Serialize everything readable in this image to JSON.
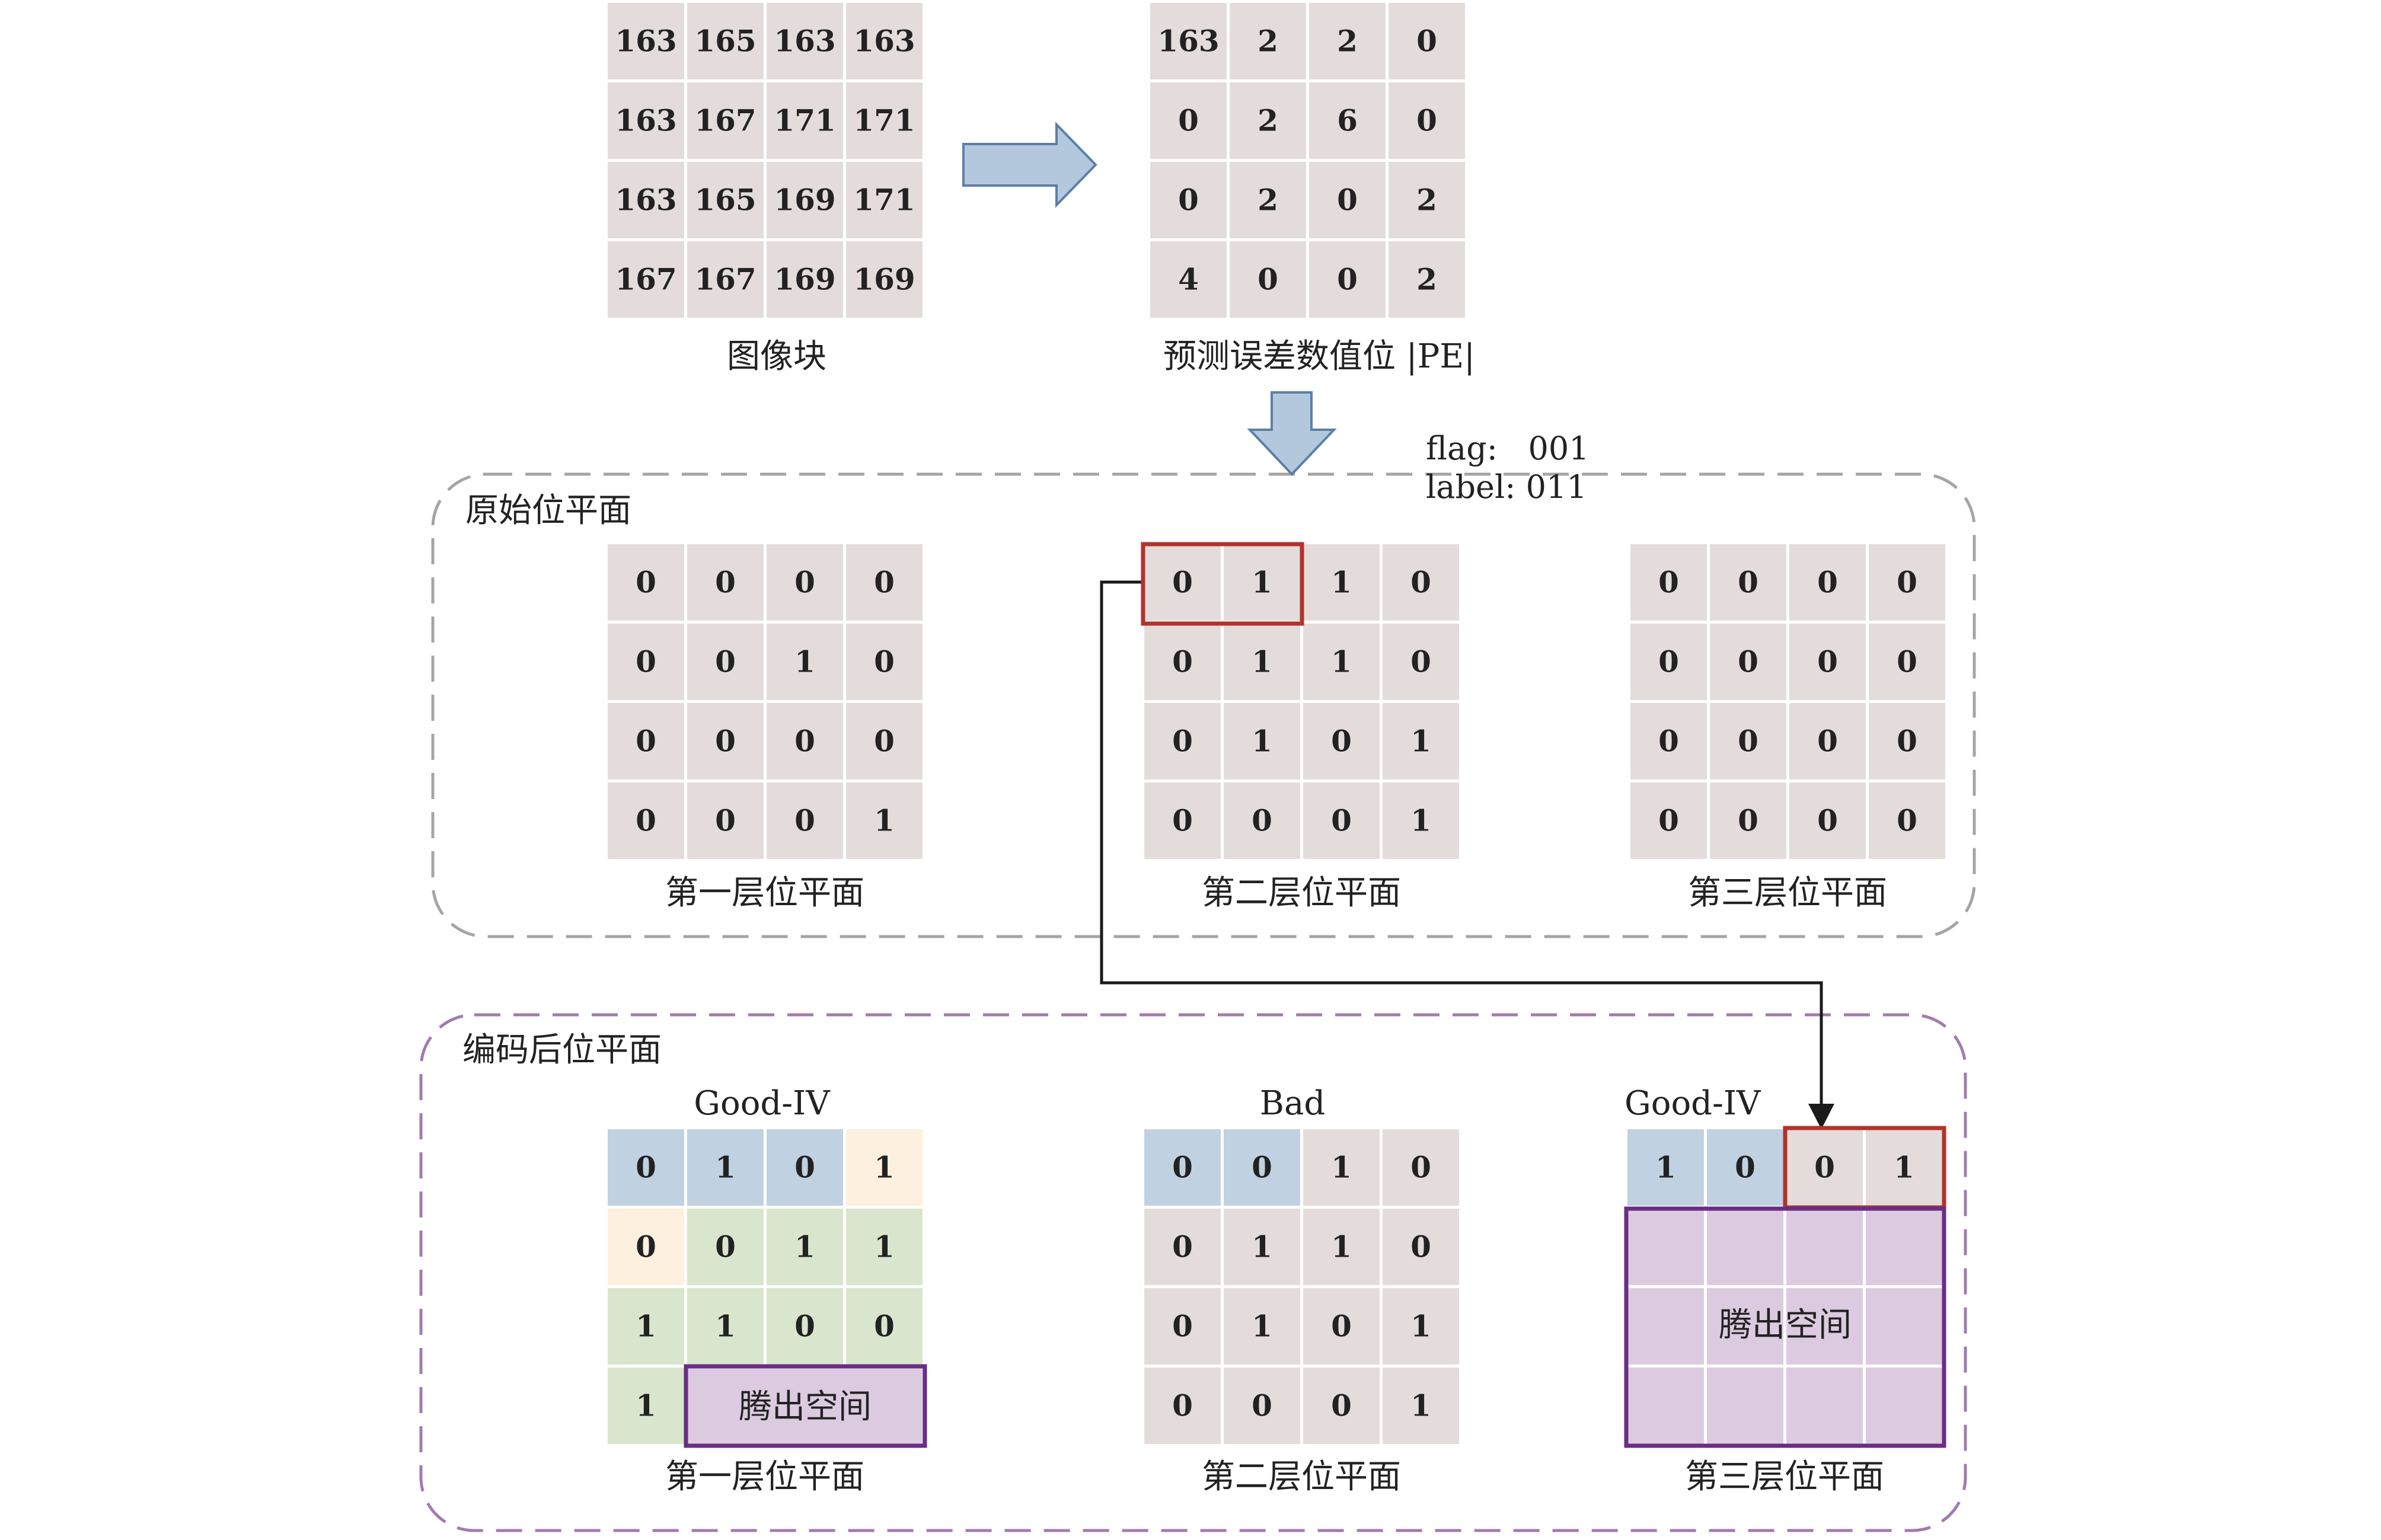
{
  "colors": {
    "cell_gray": "#e4dcdb",
    "cell_blue": "#c0d1e2",
    "cell_cream": "#fdf0de",
    "cell_green": "#d9e6cd",
    "cell_purple": "#dccbe0",
    "text_blue": "#2f5a9e",
    "text_red": "#b1332a",
    "highlight_red": "#b1332a",
    "highlight_purple": "#6a2d84",
    "arrow_fill": "#b4c8dd",
    "arrow_stroke": "#5b7fa8",
    "dash_gray": "#a8a3a3",
    "dash_purple": "#a27ab0"
  },
  "image_block": {
    "caption": "图像块",
    "values": [
      [
        "163",
        "165",
        "163",
        "163"
      ],
      [
        "163",
        "167",
        "171",
        "171"
      ],
      [
        "163",
        "165",
        "169",
        "171"
      ],
      [
        "167",
        "167",
        "169",
        "169"
      ]
    ]
  },
  "pe_block": {
    "caption": "预测误差数值位 |PE|",
    "values": [
      [
        "163",
        "2",
        "2",
        "0"
      ],
      [
        "0",
        "2",
        "6",
        "0"
      ],
      [
        "0",
        "2",
        "0",
        "2"
      ],
      [
        "4",
        "0",
        "0",
        "2"
      ]
    ]
  },
  "flag_text": "flag:   001",
  "label_text": "label: 011",
  "original": {
    "title": "原始位平面",
    "planes": [
      {
        "caption": "第一层位平面",
        "values": [
          [
            "0",
            "0",
            "0",
            "0"
          ],
          [
            "0",
            "0",
            "1",
            "0"
          ],
          [
            "0",
            "0",
            "0",
            "0"
          ],
          [
            "0",
            "0",
            "0",
            "1"
          ]
        ]
      },
      {
        "caption": "第二层位平面",
        "values": [
          [
            "0",
            "1",
            "1",
            "0"
          ],
          [
            "0",
            "1",
            "1",
            "0"
          ],
          [
            "0",
            "1",
            "0",
            "1"
          ],
          [
            "0",
            "0",
            "0",
            "1"
          ]
        ]
      },
      {
        "caption": "第三层位平面",
        "values": [
          [
            "0",
            "0",
            "0",
            "0"
          ],
          [
            "0",
            "0",
            "0",
            "0"
          ],
          [
            "0",
            "0",
            "0",
            "0"
          ],
          [
            "0",
            "0",
            "0",
            "0"
          ]
        ]
      }
    ]
  },
  "encoded": {
    "title": "编码后位平面",
    "freed_space": "腾出空间",
    "planes": [
      {
        "type": "Good-IV",
        "caption": "第一层位平面",
        "values": [
          [
            "0",
            "1",
            "0",
            "1"
          ],
          [
            "0",
            "0",
            "1",
            "1"
          ],
          [
            "1",
            "1",
            "0",
            "0"
          ],
          [
            "1",
            "",
            "",
            ""
          ]
        ]
      },
      {
        "type": "Bad",
        "caption": "第二层位平面",
        "values": [
          [
            "0",
            "0",
            "1",
            "0"
          ],
          [
            "0",
            "1",
            "1",
            "0"
          ],
          [
            "0",
            "1",
            "0",
            "1"
          ],
          [
            "0",
            "0",
            "0",
            "1"
          ]
        ]
      },
      {
        "type": "Good-IV",
        "caption": "第三层位平面",
        "values": [
          [
            "1",
            "0",
            "0",
            "1"
          ],
          [
            "",
            "",
            "",
            ""
          ],
          [
            "",
            "",
            "",
            ""
          ],
          [
            "",
            "",
            "",
            ""
          ]
        ]
      }
    ]
  }
}
